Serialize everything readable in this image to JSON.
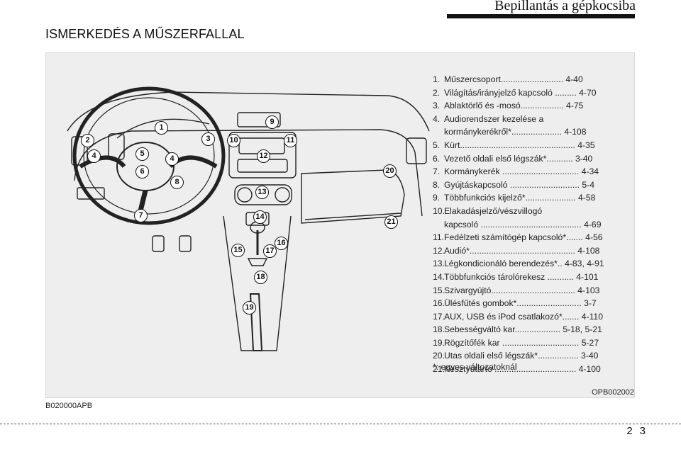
{
  "header": {
    "title": "Bepillantás a gépkocsiba"
  },
  "section": {
    "title": "ISMERKEDÉS A MŰSZERFALLAL"
  },
  "figure": {
    "callouts": [
      "1",
      "2",
      "3",
      "4",
      "4",
      "5",
      "6",
      "7",
      "8",
      "9",
      "10",
      "11",
      "12",
      "13",
      "14",
      "15",
      "16",
      "17",
      "18",
      "19",
      "20",
      "21"
    ],
    "legend": [
      {
        "num": "1.",
        "text": "Műszercsoport.......................... 4-40"
      },
      {
        "num": "2.",
        "text": "Világítás/irányjelző kapcsoló ......... 4-70"
      },
      {
        "num": "3.",
        "text": "Ablaktörlő és -mosó.................. 4-75"
      },
      {
        "num": "4.",
        "text": "Audiorendszer kezelése a",
        "text2": "kormánykerékről*..................... 4-108"
      },
      {
        "num": "5.",
        "text": "Kürt................................................ 4-35"
      },
      {
        "num": "6.",
        "text": "Vezető oldali első légszák*........... 3-40"
      },
      {
        "num": "7.",
        "text": "Kormánykerék ................................ 4-34"
      },
      {
        "num": "8.",
        "text": "Gyújtáskapcsoló ............................. 5-4"
      },
      {
        "num": "9.",
        "text": "Többfunkciós kijelző*..................... 4-58"
      },
      {
        "num": "10.",
        "text": "Elakadásjelző/vészvillogó",
        "text2": "kapcsoló .......................................... 4-69"
      },
      {
        "num": "11.",
        "text": "Fedélzeti számítógép kapcsoló*....... 4-56"
      },
      {
        "num": "12.",
        "text": "Audió*............................................ 4-108"
      },
      {
        "num": "13.",
        "text": "Légkondicionáló berendezés*.. 4-83, 4-91"
      },
      {
        "num": "14.",
        "text": "Többfunkciós tárolórekesz ........... 4-101"
      },
      {
        "num": "15.",
        "text": "Szivargyújtó................................... 4-103"
      },
      {
        "num": "16.",
        "text": "Ülésfűtés gombok*........................... 3-7"
      },
      {
        "num": "17.",
        "text": "AUX, USB és iPod csatlakozó*....... 4-110"
      },
      {
        "num": "18.",
        "text": "Sebességváltó kar................... 5-18, 5-21"
      },
      {
        "num": "19.",
        "text": "Rögzítőfék kar ................................ 5-27"
      },
      {
        "num": "20.",
        "text": "Utas oldali első légszák*................. 3-40"
      },
      {
        "num": "21.",
        "text": "Kesztyűtartó .................................. 4-100"
      }
    ],
    "footnote": "*: egyes változatoknál",
    "image_code": "OPB002002"
  },
  "doc_code": "B020000APB",
  "page_numbers": [
    "2",
    "3"
  ]
}
